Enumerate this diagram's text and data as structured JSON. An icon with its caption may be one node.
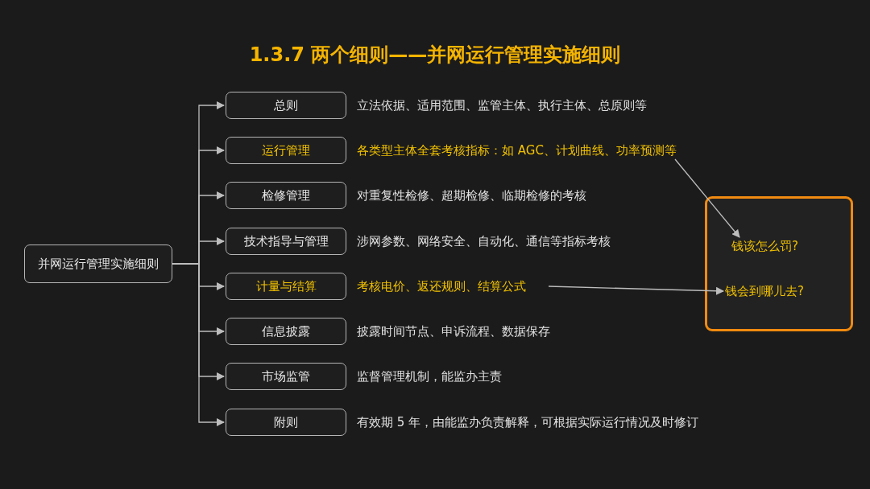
{
  "diagram": {
    "title": "1.3.7 两个细则——并网运行管理实施细则",
    "nodes": [
      {
        "text": [
          "并网运行管理实施细则"
        ]
      },
      {
        "text": [
          "总则"
        ],
        "beside": [
          "立法依据、适用范围、监管主体、执行主体、总原则等"
        ]
      },
      {
        "text": [
          "运行管理"
        ]
      },
      {
        "text": [
          "各类型主体全套考核指标：如 AGC、计划曲线、功率预测等"
        ]
      },
      {
        "text": [
          "检修管理"
        ],
        "beside": [
          "对重复性检修、超期检修、临期检修的考核"
        ]
      },
      {
        "text": [
          "技术指导与管理"
        ],
        "beside": [
          "涉网参数、网络安全、自动化、通信等指标考核"
        ]
      },
      {
        "text": [
          "计量与结算"
        ]
      },
      {
        "text": [
          "考核电价、返还规则、结算公式"
        ]
      },
      {
        "text": [
          "信息披露"
        ],
        "beside": [
          "披露时间节点、申诉流程、数据保存"
        ]
      },
      {
        "text": [
          "市场监管"
        ],
        "beside": [
          "监督管理机制，能监办主责"
        ]
      },
      {
        "text": [
          "附则"
        ],
        "beside": [
          "有效期 5 年，由能监办负责解释，可根据实际运行情况及时修订"
        ]
      },
      {
        "text": [],
        "shape": "box"
      },
      {
        "text": [
          "钱该怎么罚?"
        ],
        "in": 11
      },
      {
        "text": [
          "钱会到哪儿去?"
        ],
        "in": 11
      }
    ],
    "edges": [
      {
        "from": 0,
        "to": 1,
        "arrow": "to"
      },
      {
        "from": 0,
        "to": 2,
        "arrow": "to"
      },
      {
        "from": 0,
        "to": 4,
        "arrow": "to"
      },
      {
        "from": 0,
        "to": 5,
        "arrow": "to"
      },
      {
        "from": 0,
        "to": 6,
        "arrow": "to"
      },
      {
        "from": 0,
        "to": 8,
        "arrow": "to"
      },
      {
        "from": 0,
        "to": 9,
        "arrow": "to"
      },
      {
        "from": 0,
        "to": 10,
        "arrow": "to"
      },
      {
        "from": 3,
        "to": 12,
        "arrow": "to"
      },
      {
        "from": 7,
        "to": 13,
        "arrow": "to"
      }
    ]
  }
}
